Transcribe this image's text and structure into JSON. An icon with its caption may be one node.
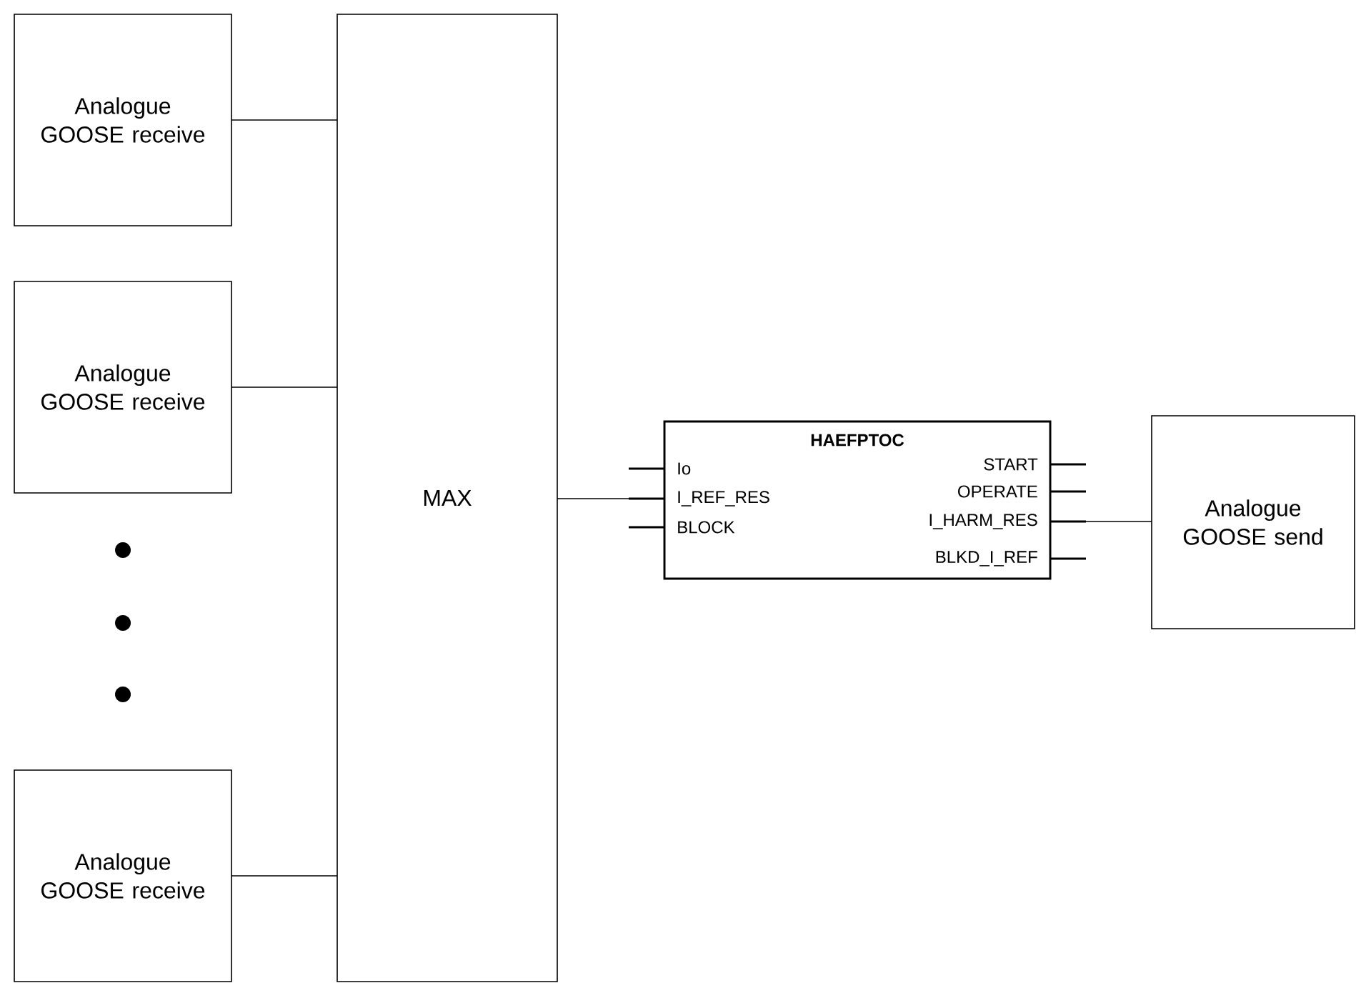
{
  "diagram": {
    "nodes": [
      {
        "text": [
          "Analogue GOOSE receive"
        ]
      },
      {
        "text": [
          "Analogue GOOSE receive"
        ]
      },
      {
        "text": [
          "Analogue GOOSE receive"
        ]
      },
      {
        "text": [
          "MAX"
        ]
      },
      {
        "text": [
          "HAEFPTOC",
          "Io",
          "I_REF_RES",
          "BLOCK",
          "START",
          "OPERATE",
          "I_HARM_RES",
          "BLKD_I_REF"
        ]
      },
      {
        "text": [
          "Analogue GOOSE send"
        ]
      }
    ],
    "edges": [
      {
        "from": 0,
        "to": 3,
        "arrow": "none"
      },
      {
        "from": 1,
        "to": 3,
        "arrow": "none"
      },
      {
        "from": 2,
        "to": 3,
        "arrow": "none"
      },
      {
        "from": 3,
        "to": 4,
        "arrow": "none"
      },
      {
        "from": 4,
        "to": 5,
        "arrow": "none"
      }
    ]
  }
}
